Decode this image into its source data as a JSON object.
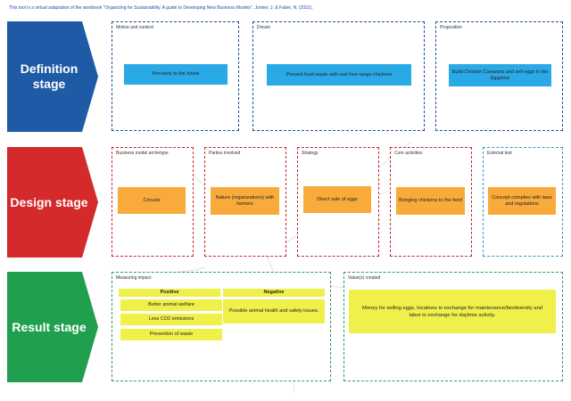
{
  "header": {
    "text": "This tool is a virtual adaptation of the workbook \"Organizing for Sustainability. A guide to Developing New Business Models\". Jonker, J. & Faber, N. (2021)."
  },
  "stages": [
    {
      "label": "Definition stage",
      "color": "#1f5aa6"
    },
    {
      "label": "Design stage",
      "color": "#d52a2c"
    },
    {
      "label": "Result stage",
      "color": "#20a04f"
    }
  ],
  "definition": {
    "motive": {
      "title": "Motive and context",
      "note": "Precisely to the future"
    },
    "dream": {
      "title": "Dream",
      "note": "Prevent food waste with real free-range chickens"
    },
    "proposition": {
      "title": "Proposition",
      "note": "Build Chicken Caravans and sell eggs in the Eggdrive"
    }
  },
  "design": {
    "archetype": {
      "title": "Business model archetype",
      "note": "Circular"
    },
    "parties": {
      "title": "Parties involved",
      "note": "Nature (organizations) with farmers"
    },
    "strategy": {
      "title": "Strategy",
      "note": "Direct sale of eggs"
    },
    "core": {
      "title": "Core activities",
      "note": "Bringing chickens to the feed"
    },
    "external": {
      "title": "External test",
      "note": "Concept complies with laws and regulations"
    }
  },
  "result": {
    "impact": {
      "title": "Measuring impact",
      "positive_label": "Positive",
      "negative_label": "Negative",
      "positive": [
        "Better animal welfare",
        "Less CO2 emissions",
        "Prevention of waste"
      ],
      "negative": [
        "Possible animal health and safety issues."
      ]
    },
    "value": {
      "title": "Value(s) created",
      "note": "Money for selling eggs, locations in exchange for maintenance/biodiversity and labor in exchange for daytime activity."
    }
  },
  "colors": {
    "definition": "#1f5aa6",
    "design": "#d52a2c",
    "result": "#20a04f",
    "sticky_blue": "#29a9e6",
    "sticky_orange": "#f8ab3a",
    "sticky_yellow": "#f0f04a"
  }
}
